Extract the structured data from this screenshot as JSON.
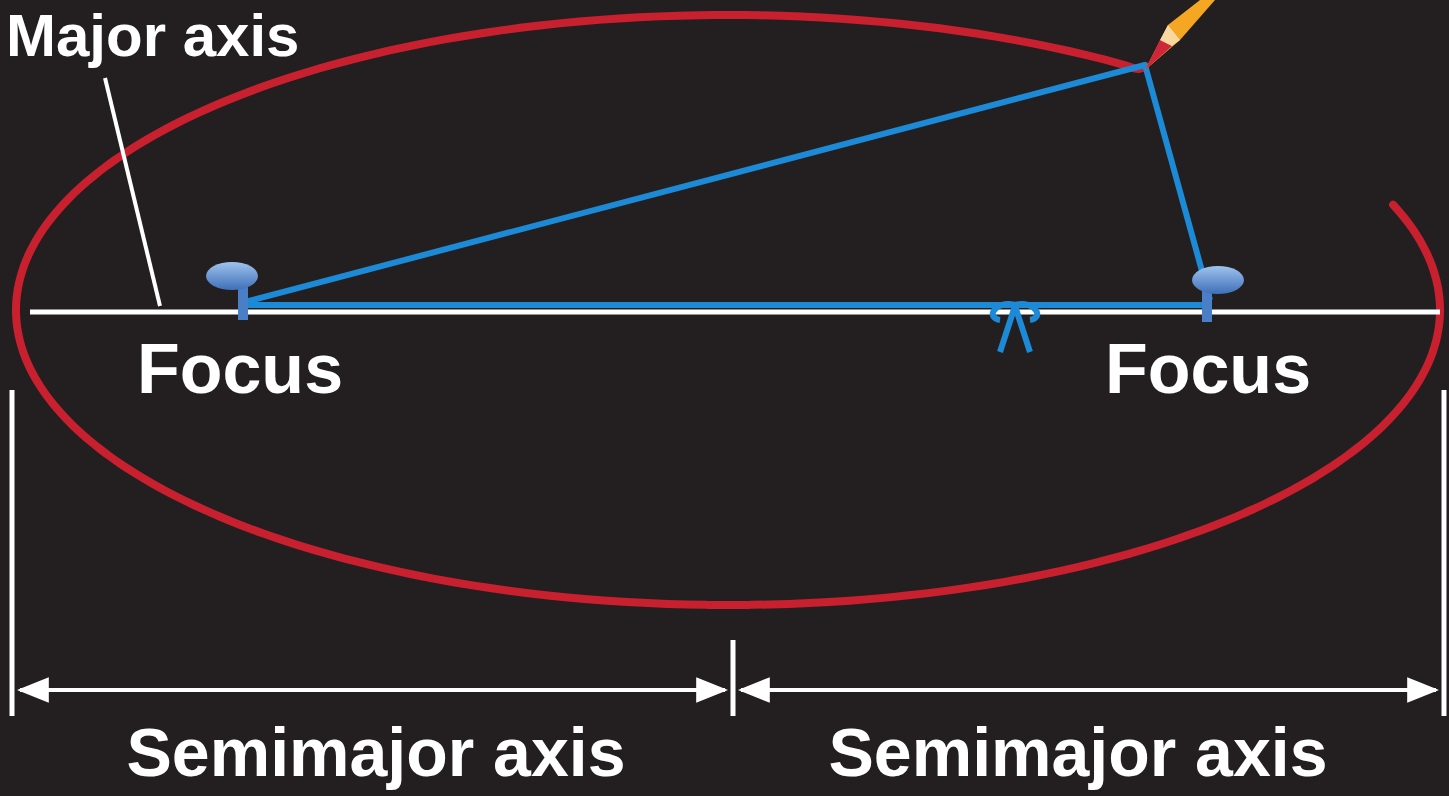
{
  "diagram": {
    "labels": [
      "Major axis",
      "Focus",
      "Focus",
      "Semimajor axis",
      "Semimajor axis"
    ]
  }
}
